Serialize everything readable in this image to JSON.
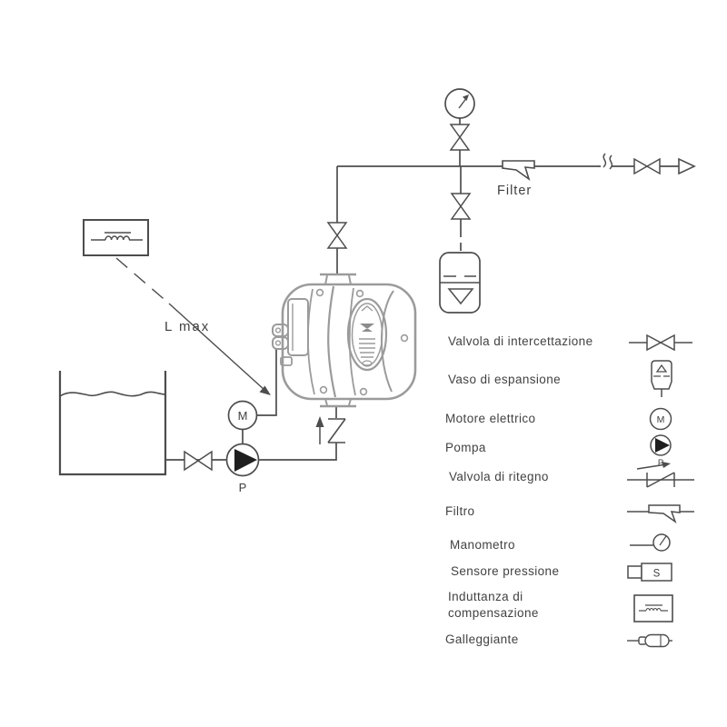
{
  "title": "Pump installation hydraulic schematic",
  "colors": {
    "line": "#4d4d4d",
    "device_line": "#9b9b9b",
    "text": "#3f3f3f",
    "solid_fill": "#1f1f1f",
    "background": "#ffffff"
  },
  "annotations": {
    "filter": "Filter",
    "l_max": "L max"
  },
  "component_letters": {
    "motor": "M",
    "pump": "P",
    "sensor": "S"
  },
  "legend": {
    "items": [
      {
        "symbol": "shutoff-valve-icon",
        "label": "Valvola di intercettazione"
      },
      {
        "symbol": "expansion-vessel-icon",
        "label": "Vaso di espansione"
      },
      {
        "symbol": "electric-motor-icon",
        "label": "Motore elettrico"
      },
      {
        "symbol": "pump-icon",
        "label": "Pompa"
      },
      {
        "symbol": "check-valve-icon",
        "label": "Valvola di ritegno"
      },
      {
        "symbol": "filter-icon",
        "label": "Filtro"
      },
      {
        "symbol": "pressure-gauge-icon",
        "label": "Manometro"
      },
      {
        "symbol": "pressure-sensor-icon",
        "label": "Sensore pressione"
      },
      {
        "symbol": "compensation-inductance-icon",
        "label": "Induttanza di\ncompensazione"
      },
      {
        "symbol": "float-icon",
        "label": "Galleggiante"
      }
    ]
  }
}
